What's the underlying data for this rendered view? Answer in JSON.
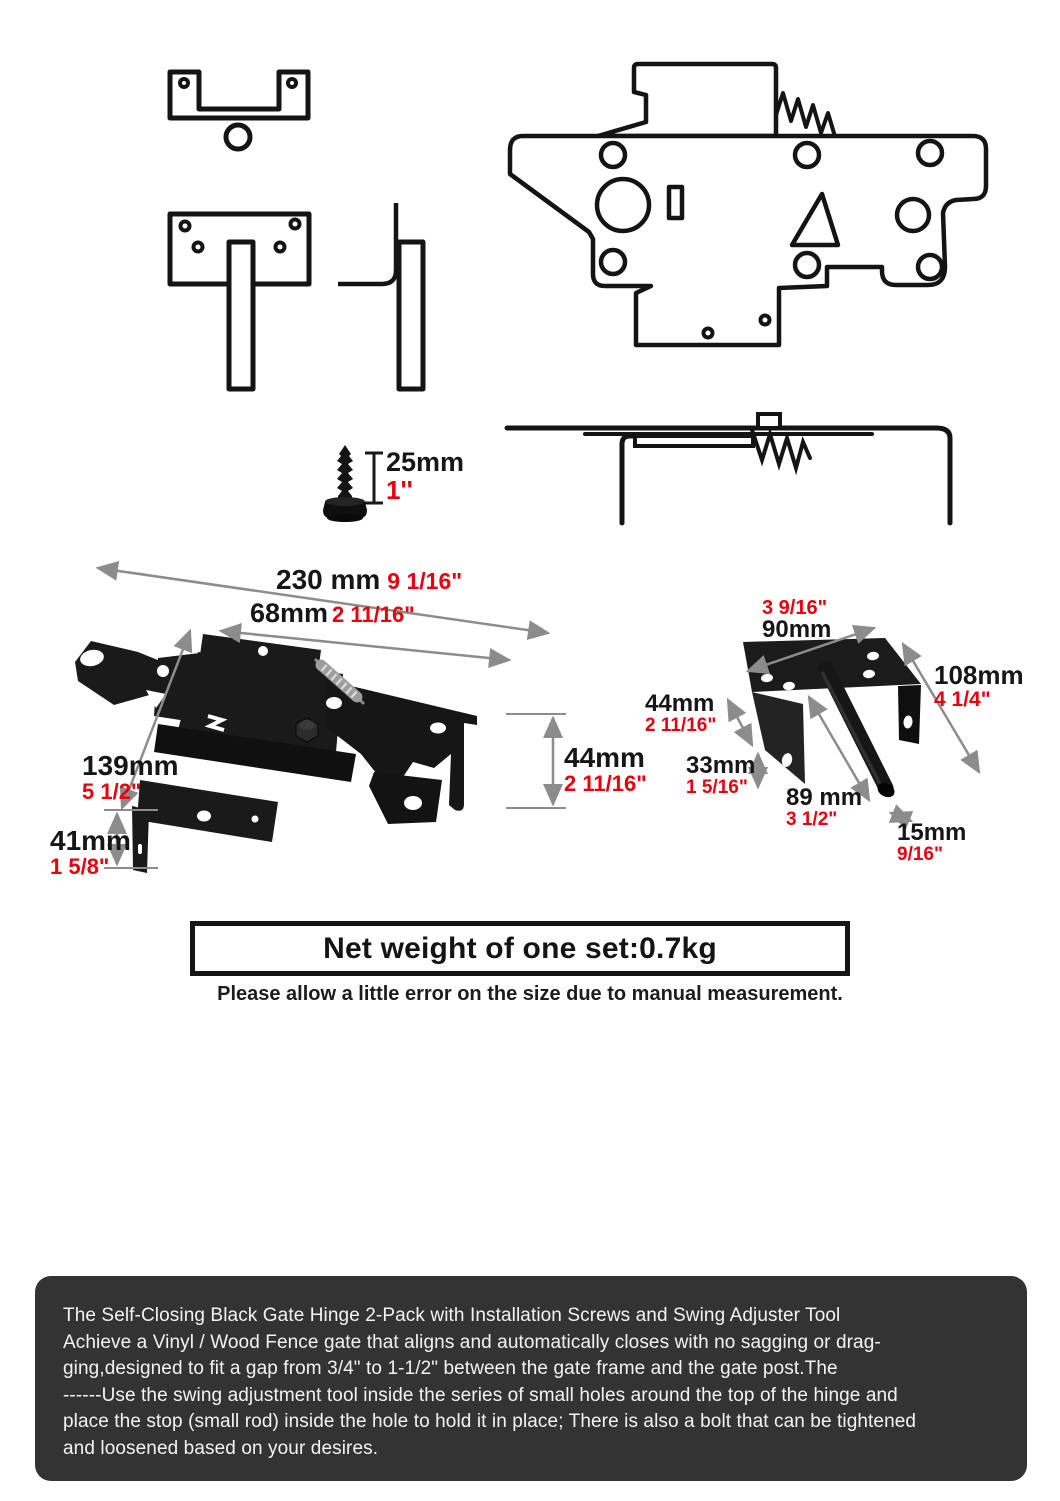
{
  "colors": {
    "accent_red": "#e8000f",
    "ink": "#161616",
    "arrow_gray": "#8c8c8c",
    "panel_bg": "#333333",
    "panel_text": "#f3f3f3"
  },
  "screw": {
    "mm": "25mm",
    "inch": "1''"
  },
  "latch": {
    "width_mm": "230 mm",
    "width_in": "9 1/16\"",
    "flange_mm": "68mm",
    "flange_in": "2 11/16\"",
    "height_mm": "139mm",
    "height_in": "5 1/2\"",
    "leg_mm": "41mm",
    "leg_in": "1 5/8\"",
    "hook_mm": "44mm",
    "hook_in": "2 11/16\""
  },
  "bracket": {
    "top_in": "3 9/16\"",
    "top_mm": "90mm",
    "diag_mm": "108mm",
    "diag_in": "4 1/4\"",
    "depth_mm": "44mm",
    "depth_in": "2 11/16\"",
    "flange_mm": "33mm",
    "flange_in": "1 5/16\"",
    "rod_mm": "89 mm",
    "rod_in": "3 1/2\"",
    "rod_dia_mm": "15mm",
    "rod_dia_in": "9/16\""
  },
  "weight_box": {
    "text": "Net weight of one set:0.7kg"
  },
  "note": "Please allow a little error on the size due to manual measurement.",
  "description": {
    "lines": [
      "The Self-Closing Black Gate Hinge 2-Pack with Installation Screws and Swing Adjuster Tool",
      "Achieve a Vinyl / Wood Fence gate that aligns and automatically closes with no sagging or drag-",
      "ging,designed to fit a gap from 3/4\" to 1-1/2\" between the gate frame and the gate post.The",
      "------Use the swing adjustment tool inside the series of small holes around the top of the hinge and",
      "place the stop (small rod) inside the hole to hold it in place; There is also a bolt that can be tightened",
      "and loosened based on your desires."
    ]
  }
}
